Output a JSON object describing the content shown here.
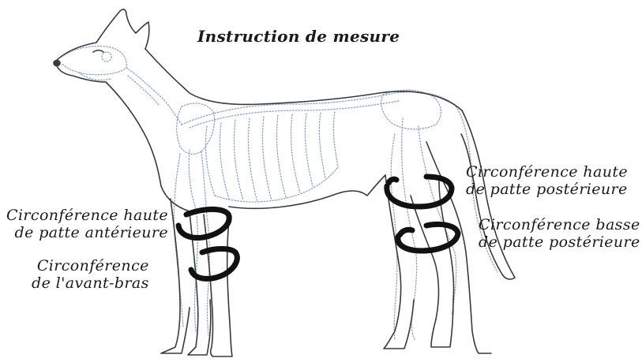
{
  "title": "Instruction de mesure",
  "labels": {
    "front_upper": {
      "line1": "Circonférence haute",
      "line2": "de patte antérieure"
    },
    "forearm": {
      "line1": "Circonférence",
      "line2": "de l'avant-bras"
    },
    "hind_upper": {
      "line1": "Circonférence haute",
      "line2": "de patte postérieure"
    },
    "hind_lower": {
      "line1": "Circonférence basse",
      "line2": "de patte postérieure"
    }
  },
  "colors": {
    "outline": "#3a3a3a",
    "skeleton": "#8fa3c8",
    "ring": "#111111",
    "text": "#1a1a1a"
  }
}
